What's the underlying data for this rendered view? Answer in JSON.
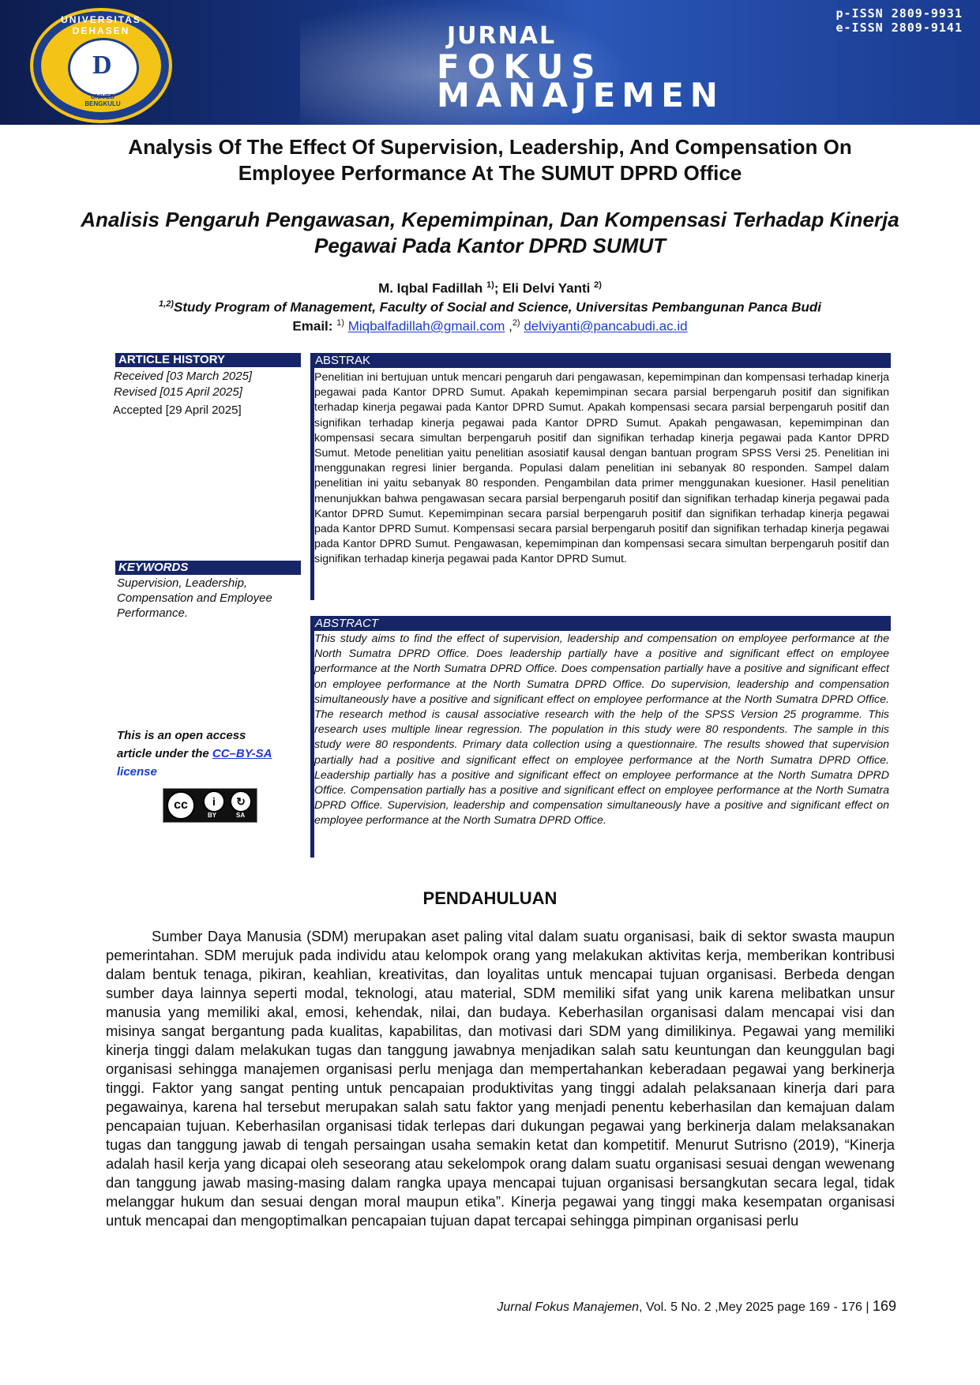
{
  "journal": {
    "logo_ring_text": "UNIVERSITAS DEHASEN",
    "logo_inner_text": "UNIVED BENGKULU",
    "word1": "JURNAL",
    "word2": "FOKUS",
    "word3": "MANAJEMEN",
    "p_issn": "p-ISSN 2809-9931",
    "e_issn": "e-ISSN 2809-9141"
  },
  "title_en": "Analysis Of The Effect Of Supervision, Leadership, And Compensation On Employee Performance At The SUMUT DPRD Office",
  "title_id": "Analisis Pengaruh Pengawasan, Kepemimpinan, Dan Kompensasi Terhadap Kinerja Pegawai Pada Kantor DPRD SUMUT",
  "authors": {
    "author1": "M. Iqbal Fadillah",
    "sup1": "1)",
    "sep": "; ",
    "author2": "Eli Delvi Yanti",
    "sup2": "2)"
  },
  "affiliation": {
    "sup": "1,2)",
    "text": "Study Program of Management, Faculty of Social and Science, Universitas Pembangunan Panca Budi"
  },
  "email": {
    "label": "Email: ",
    "sup1": "1)",
    "email1": "Miqbalfadillah@gmail.com",
    "sep": " ,",
    "sup2": "2)",
    "email2": "delviyanti@pancabudi.ac.id"
  },
  "article_history": {
    "heading": "ARTICLE HISTORY",
    "received": "Received [03 March 2025]",
    "revised": "Revised [015 April 2025]",
    "accepted": "Accepted [29 April 2025]"
  },
  "keywords": {
    "heading": "KEYWORDS",
    "text": "Supervision, Leadership, Compensation and Employee Performance."
  },
  "open_access": {
    "line1": "This is an open access",
    "line2": "article under the ",
    "link": "CC–BY-SA",
    "line3": "license",
    "badge_by": "BY",
    "badge_sa": "SA"
  },
  "abstrak": {
    "heading": "ABSTRAK",
    "text": "Penelitian ini bertujuan untuk mencari pengaruh dari pengawasan, kepemimpinan dan kompensasi terhadap kinerja pegawai pada Kantor DPRD Sumut. Apakah kepemimpinan secara parsial berpengaruh positif dan signifikan terhadap kinerja pegawai pada Kantor DPRD Sumut. Apakah kompensasi secara parsial berpengaruh positif dan signifikan terhadap kinerja pegawai pada Kantor DPRD Sumut. Apakah pengawasan, kepemimpinan dan kompensasi secara simultan berpengaruh positif dan signifikan terhadap kinerja pegawai pada Kantor DPRD Sumut. Metode penelitian yaitu penelitian asosiatif kausal dengan bantuan program SPSS Versi 25. Penelitian ini menggunakan regresi linier berganda. Populasi dalam penelitian ini sebanyak 80 responden. Sampel dalam penelitian ini yaitu sebanyak 80 responden. Pengambilan data primer menggunakan kuesioner. Hasil penelitian menunjukkan bahwa pengawasan secara parsial berpengaruh positif dan signifikan terhadap kinerja pegawai pada Kantor DPRD Sumut. Kepemimpinan secara parsial berpengaruh positif dan signifikan terhadap kinerja pegawai pada Kantor DPRD Sumut. Kompensasi secara parsial berpengaruh positif dan signifikan terhadap kinerja pegawai pada Kantor DPRD Sumut. Pengawasan, kepemimpinan dan kompensasi secara simultan berpengaruh positif dan signifikan terhadap kinerja pegawai pada Kantor DPRD Sumut."
  },
  "abstract": {
    "heading": "ABSTRACT",
    "text": "This study aims to find the effect of supervision, leadership and compensation on employee performance at the North Sumatra DPRD Office. Does leadership partially have a positive and significant effect on employee performance at the North Sumatra DPRD Office. Does compensation partially have a positive and significant effect on employee performance at the North Sumatra DPRD Office. Do supervision, leadership and compensation simultaneously have a positive and significant effect on employee performance at the North Sumatra DPRD Office. The research method is causal associative research with the help of the SPSS Version 25 programme. This research uses multiple linear regression. The population in this study were 80 respondents. The sample in this study were 80 respondents. Primary data collection using a questionnaire. The results showed that supervision partially had a positive and significant effect on employee performance at the North Sumatra DPRD Office. Leadership partially has a positive and significant effect on employee performance at the North Sumatra DPRD Office. Compensation partially has a positive and significant effect on employee performance at the North Sumatra DPRD Office. Supervision, leadership and compensation simultaneously have a positive and significant effect on employee performance at the North Sumatra DPRD Office."
  },
  "section_title": "PENDAHULUAN",
  "body_text": "Sumber Daya Manusia (SDM) merupakan aset paling vital dalam suatu organisasi, baik di sektor swasta maupun pemerintahan. SDM merujuk pada individu atau kelompok orang yang melakukan aktivitas kerja, memberikan kontribusi dalam bentuk tenaga, pikiran, keahlian, kreativitas, dan loyalitas untuk mencapai tujuan organisasi. Berbeda dengan sumber daya lainnya seperti modal, teknologi, atau material, SDM memiliki sifat yang unik karena melibatkan unsur manusia yang memiliki akal, emosi, kehendak, nilai, dan budaya. Keberhasilan organisasi dalam mencapai visi dan misinya sangat bergantung pada kualitas, kapabilitas, dan motivasi dari SDM yang dimilikinya. Pegawai yang memiliki kinerja tinggi dalam melakukan tugas dan tanggung jawabnya menjadikan salah satu keuntungan dan keunggulan bagi organisasi sehingga manajemen organisasi perlu menjaga dan mempertahankan keberadaan pegawai yang berkinerja tinggi. Faktor yang sangat penting untuk pencapaian produktivitas yang tinggi adalah pelaksanaan kinerja dari para pegawainya, karena hal tersebut merupakan salah satu faktor yang menjadi penentu keberhasilan dan kemajuan dalam pencapaian tujuan. Keberhasilan organisasi tidak terlepas dari dukungan pegawai yang berkinerja dalam melaksanakan tugas dan tanggung jawab di tengah persaingan usaha semakin ketat dan kompetitif. Menurut Sutrisno (2019), “Kinerja adalah hasil kerja yang dicapai oleh seseorang atau sekelompok orang dalam suatu organisasi sesuai dengan wewenang dan tanggung jawab masing-masing dalam rangka upaya mencapai tujuan organisasi bersangkutan secara legal, tidak melanggar hukum dan sesuai dengan moral maupun etika”. Kinerja pegawai yang tinggi maka kesempatan organisasi untuk mencapai dan mengoptimalkan pencapaian tujuan dapat tercapai sehingga pimpinan organisasi perlu",
  "footer": {
    "journal": "Jurnal Fokus Manajemen",
    "info": ", Vol. 5 No. 2 ,Mey 2025  page 169 - 176 | ",
    "page": "169"
  }
}
